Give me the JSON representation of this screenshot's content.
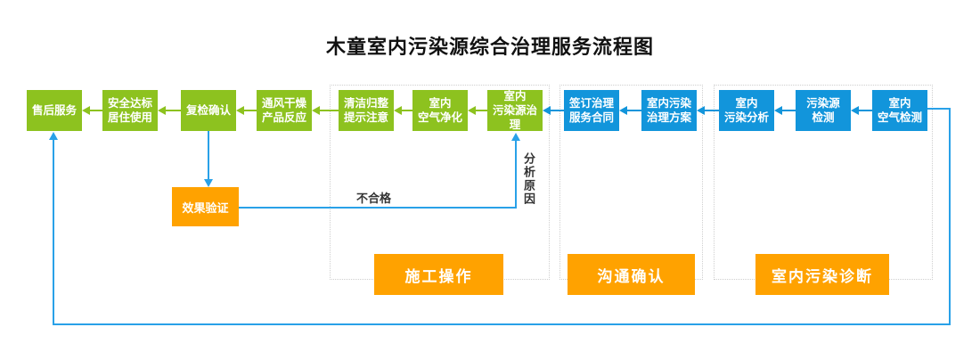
{
  "title": "木童室内污染源综合治理服务流程图",
  "colors": {
    "box_green": "#8dc21f",
    "box_blue": "#1295db",
    "box_orange": "#ffa200",
    "connector_blue": "#29a1e8",
    "group_border": "#cfcfcf",
    "title_text": "#111111"
  },
  "flow": {
    "boxes": [
      {
        "id": "after-sale-service",
        "line1": "售后服务"
      },
      {
        "id": "safe-standard-occupancy",
        "line1": "安全达标",
        "line2": "居住使用"
      },
      {
        "id": "recheck-confirm",
        "line1": "复检确认"
      },
      {
        "id": "ventilation-drying",
        "line1": "通风干燥",
        "line2": "产品反应"
      },
      {
        "id": "cleanup-notice",
        "line1": "清洁归整",
        "line2": "提示注意"
      },
      {
        "id": "indoor-air-purification",
        "line1": "室内",
        "line2": "空气净化"
      },
      {
        "id": "pollution-source-treatment",
        "line1": "室内",
        "line2": "污染源治理"
      },
      {
        "id": "sign-service-contract",
        "line1": "签订治理",
        "line2": "服务合同"
      },
      {
        "id": "treatment-plan",
        "line1": "室内污染",
        "line2": "治理方案"
      },
      {
        "id": "indoor-pollution-analysis",
        "line1": "室内",
        "line2": "污染分析"
      },
      {
        "id": "pollution-source-detection",
        "line1": "污染源",
        "line2": "检测"
      },
      {
        "id": "indoor-air-detection",
        "line1": "室内",
        "line2": "空气检测"
      }
    ],
    "verify_box": "效果验证",
    "edge_labels": {
      "fail": "不合格",
      "analyze": "分析原因"
    }
  },
  "groups": [
    {
      "id": "construction-operation",
      "label": "施工操作"
    },
    {
      "id": "communication-confirm",
      "label": "沟通确认"
    },
    {
      "id": "indoor-pollution-diagnosis",
      "label": "室内污染诊断"
    }
  ]
}
